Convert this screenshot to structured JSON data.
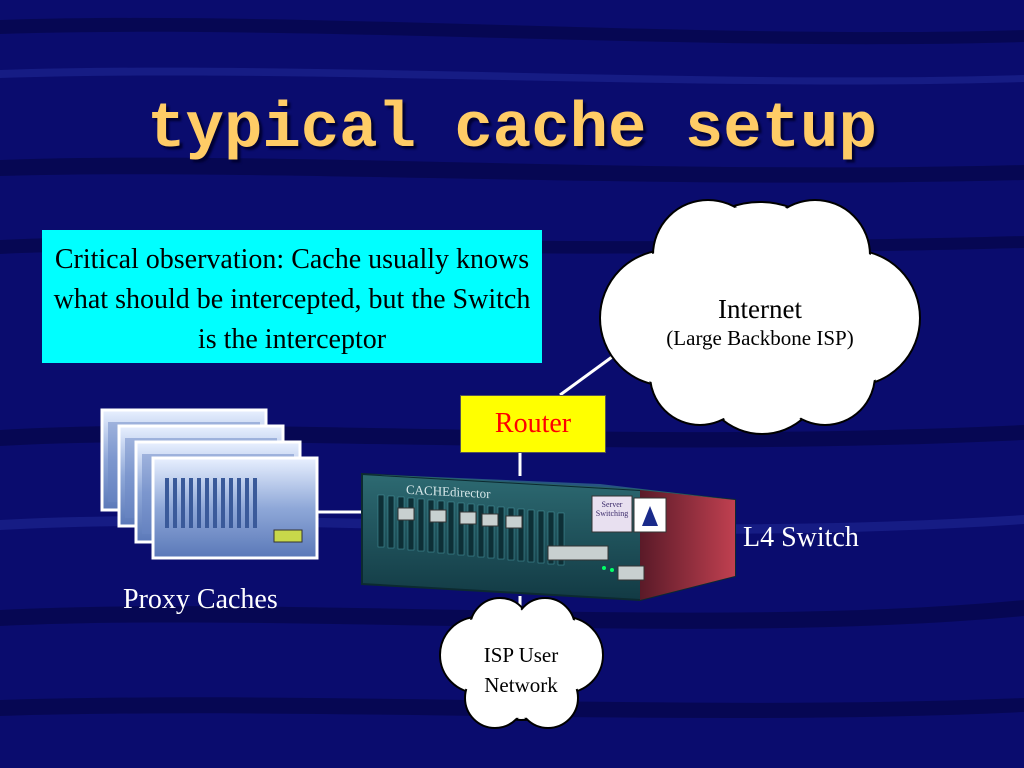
{
  "slide": {
    "title": "typical cache setup",
    "note": "Critical observation: Cache usually knows what should be intercepted, but the Switch is the interceptor"
  },
  "nodes": {
    "internet": {
      "title": "Internet",
      "subtitle": "(Large Backbone ISP)"
    },
    "router": {
      "label": "Router"
    },
    "switch": {
      "label": "L4 Switch",
      "device_brand": "CACHEdirector",
      "badge": "Server Switching"
    },
    "proxy_caches": {
      "label": "Proxy Caches"
    },
    "isp_user_network": {
      "line1": "ISP User",
      "line2": "Network"
    }
  },
  "colors": {
    "background": "#0a0c6e",
    "title": "#ffcc66",
    "note_fill": "#00ffff",
    "router_fill": "#ffff00",
    "router_text": "#ff0000"
  }
}
